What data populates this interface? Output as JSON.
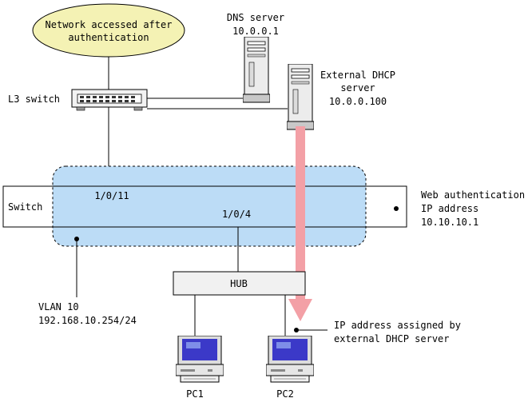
{
  "cloud": {
    "line1": "Network accessed after",
    "line2": "authentication"
  },
  "dns": {
    "name": "DNS server",
    "ip": "10.0.0.1"
  },
  "dhcp": {
    "line1": "External DHCP",
    "line2": "server",
    "ip": "10.0.0.100"
  },
  "l3switch": {
    "label": "L3 switch"
  },
  "switch": {
    "label": "Switch"
  },
  "ports": {
    "uplink": "1/0/11",
    "downlink": "1/0/4"
  },
  "webauth": {
    "line1": "Web authentication",
    "line2": "IP address",
    "ip": "10.10.10.1"
  },
  "hub": {
    "label": "HUB"
  },
  "vlan": {
    "name": "VLAN 10",
    "subnet": "192.168.10.254/24"
  },
  "assigned": {
    "line1": "IP address assigned by",
    "line2": "external DHCP server"
  },
  "pcs": {
    "pc1": "PC1",
    "pc2": "PC2"
  },
  "colors": {
    "vlan_fill": "#bcdcf6",
    "arrow": "#f3a0a6",
    "hub_fill": "#f1f1f1",
    "cloud_fill": "#f4f2b4"
  }
}
